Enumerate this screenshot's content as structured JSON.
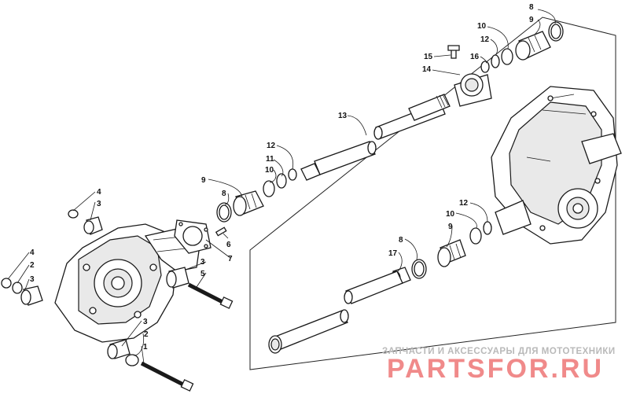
{
  "diagram": {
    "callouts": [
      {
        "id": "c-8-top",
        "text": "8"
      },
      {
        "id": "c-9-top",
        "text": "9"
      },
      {
        "id": "c-10-top",
        "text": "10"
      },
      {
        "id": "c-12-top",
        "text": "12"
      },
      {
        "id": "c-15",
        "text": "15"
      },
      {
        "id": "c-16",
        "text": "16"
      },
      {
        "id": "c-14",
        "text": "14"
      },
      {
        "id": "c-13",
        "text": "13"
      },
      {
        "id": "c-12-mid",
        "text": "12"
      },
      {
        "id": "c-11",
        "text": "11"
      },
      {
        "id": "c-10-mid",
        "text": "10"
      },
      {
        "id": "c-9-mid",
        "text": "9"
      },
      {
        "id": "c-8-mid",
        "text": "8"
      },
      {
        "id": "c-6",
        "text": "6"
      },
      {
        "id": "c-7",
        "text": "7"
      },
      {
        "id": "c-3-mid",
        "text": "3"
      },
      {
        "id": "c-5",
        "text": "5"
      },
      {
        "id": "c-4-top",
        "text": "4"
      },
      {
        "id": "c-3-top",
        "text": "3"
      },
      {
        "id": "c-4-left",
        "text": "4"
      },
      {
        "id": "c-2-left",
        "text": "2"
      },
      {
        "id": "c-3-left",
        "text": "3"
      },
      {
        "id": "c-3-bot",
        "text": "3"
      },
      {
        "id": "c-2-bot",
        "text": "2"
      },
      {
        "id": "c-1",
        "text": "1"
      },
      {
        "id": "c-12-low",
        "text": "12"
      },
      {
        "id": "c-10-low",
        "text": "10"
      },
      {
        "id": "c-9-low",
        "text": "9"
      },
      {
        "id": "c-8-low",
        "text": "8"
      },
      {
        "id": "c-17",
        "text": "17"
      }
    ]
  },
  "watermark": {
    "subtitle": "ЗАПЧАСТИ И АКСЕССУАРЫ ДЛЯ МОТОТЕХНИКИ",
    "brand": "PARTSFOR.RU"
  }
}
